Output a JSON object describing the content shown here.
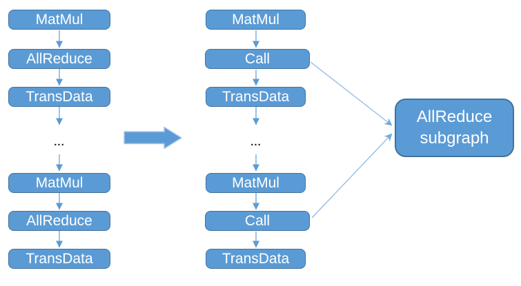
{
  "diagram": {
    "title_hint": "graph fusion: AllReduce sequence replaced by Call nodes referencing an AllReduce subgraph",
    "left_column": {
      "nodes": [
        "MatMul",
        "AllReduce",
        "TransData",
        "MatMul",
        "AllReduce",
        "TransData"
      ],
      "ellipsis": "..."
    },
    "middle_column": {
      "nodes": [
        "MatMul",
        "Call",
        "TransData",
        "MatMul",
        "Call",
        "TransData"
      ],
      "ellipsis": "..."
    },
    "subgraph": {
      "line1": "AllReduce",
      "line2": "subgraph"
    },
    "icons": {
      "transform_arrow": "right-block-arrow"
    },
    "colors": {
      "node_fill": "#5B9BD5",
      "node_border": "#41719C",
      "connector_line": "#74A9DC",
      "diagonal_line": "#8FB9E8",
      "big_arrow_fill": "#5B9BD5",
      "big_arrow_border": "#AEC6E8",
      "node_text": "#FFFFFF",
      "ellipsis_text": "#161616",
      "background": "#FFFFFF"
    }
  }
}
